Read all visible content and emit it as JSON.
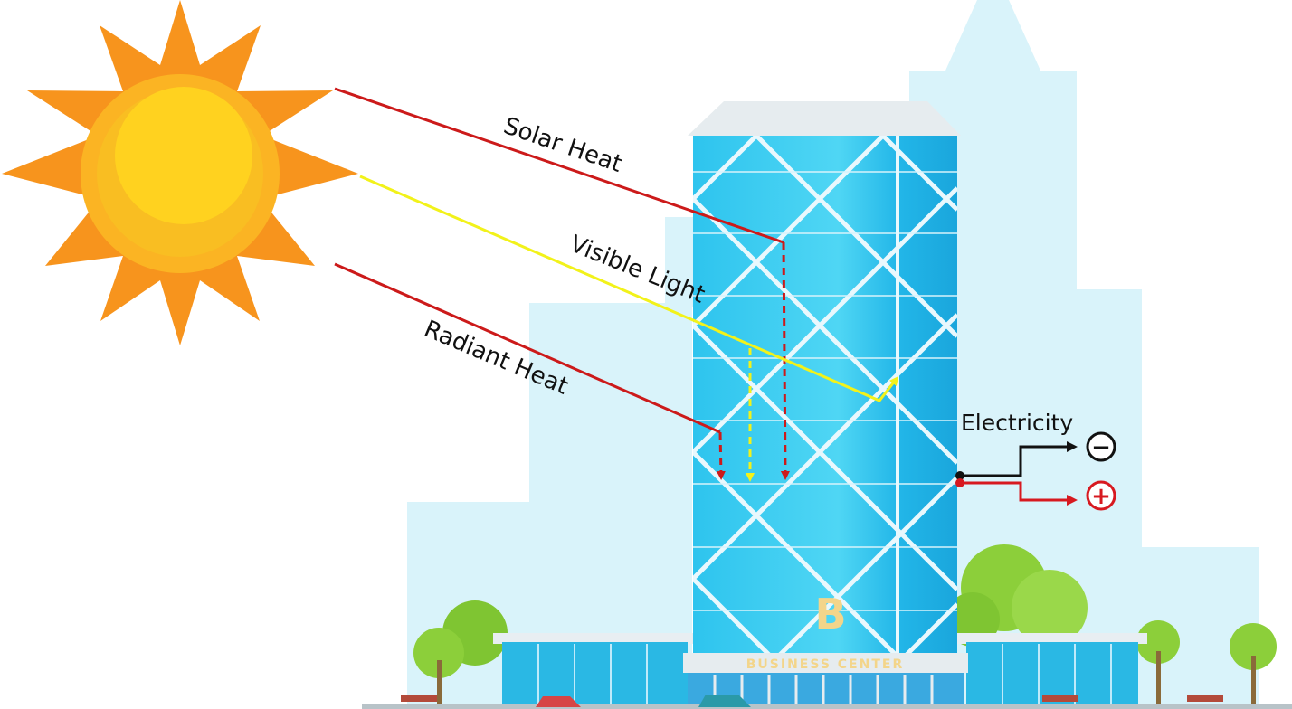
{
  "labels": {
    "solar_heat": "Solar Heat",
    "visible_light": "Visible Light",
    "radiant_heat": "Radiant Heat",
    "electricity": "Electricity",
    "minus": "−",
    "plus": "+"
  },
  "building": {
    "letter": "B",
    "sign": "BUSINESS CENTER"
  },
  "colors": {
    "heat_ray": "#cc1a1a",
    "light_ray": "#f2f21a",
    "sky_blue": "#d9f3fa",
    "glass": "#3fcff0",
    "sun_outer": "#f7941d",
    "sun_inner": "#ffd21f",
    "wire_negative": "#111111",
    "wire_positive": "#d71920",
    "tree": "#8ccf3a"
  }
}
